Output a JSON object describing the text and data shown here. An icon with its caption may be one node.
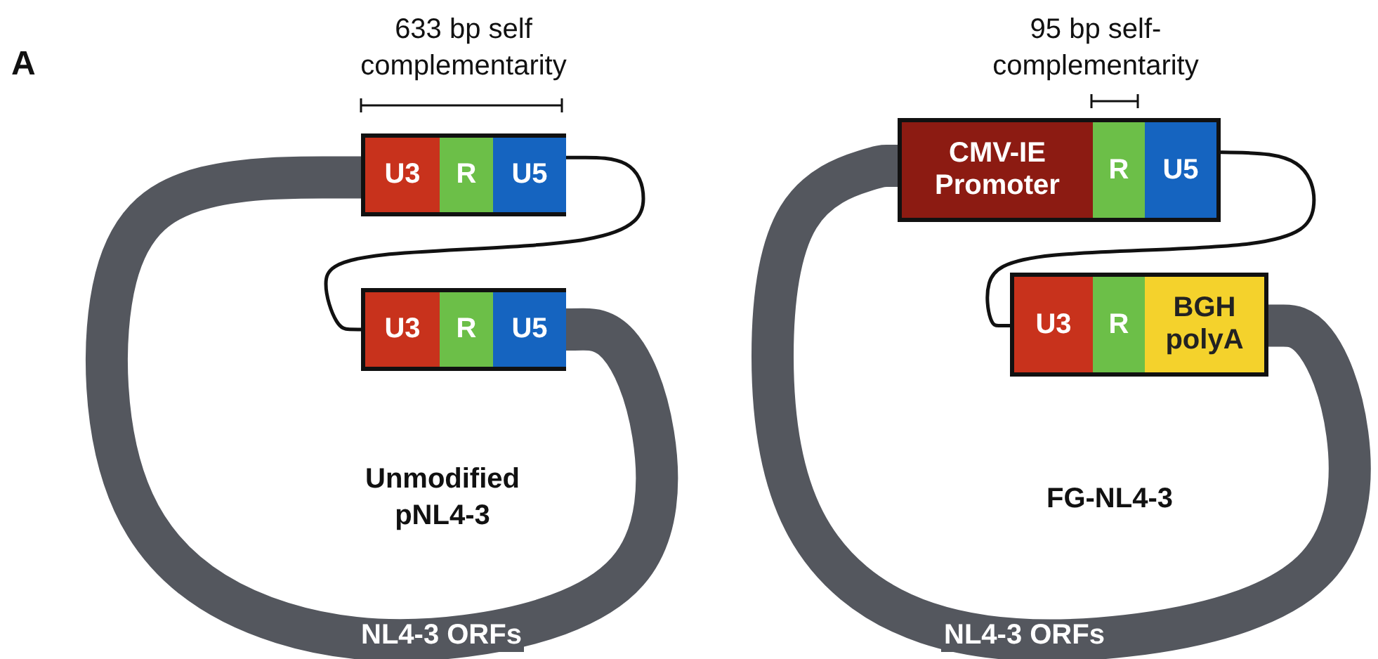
{
  "diagram": {
    "nodes": [
      {
        "text": [],
        "shape": "box"
      },
      {
        "text": [
          "U3"
        ],
        "in": 0
      },
      {
        "text": [
          "R"
        ],
        "in": 0
      },
      {
        "text": [
          "U5"
        ],
        "in": 0
      },
      {
        "text": [],
        "shape": "box"
      },
      {
        "text": [
          "U3"
        ],
        "in": 4
      },
      {
        "text": [
          "R"
        ],
        "in": 4
      },
      {
        "text": [
          "U5"
        ],
        "in": 4
      },
      {
        "text": [],
        "shape": "box"
      },
      {
        "text": [
          "CMV-IE Promoter"
        ],
        "in": 8
      },
      {
        "text": [
          "R"
        ],
        "in": 8
      },
      {
        "text": [
          "U5"
        ],
        "in": 8
      },
      {
        "text": [],
        "shape": "box"
      },
      {
        "text": [
          "U3"
        ],
        "in": 12
      },
      {
        "text": [
          "R"
        ],
        "in": 12
      },
      {
        "text": [
          "BGH polyA"
        ],
        "in": 12
      }
    ],
    "edges": [
      {
        "from": 0,
        "to": 4,
        "arrow": "none"
      },
      {
        "from": 0,
        "to": 4,
        "arrow": "none",
        "label": "NL4-3 ORFs",
        "style": "thick",
        "color": "#54575e"
      },
      {
        "from": 8,
        "to": 12,
        "arrow": "none"
      },
      {
        "from": 8,
        "to": 12,
        "arrow": "none",
        "label": "NL4-3 ORFs",
        "style": "thick",
        "color": "#54575e"
      }
    ],
    "labels": [
      "A",
      "633 bp self complementarity",
      "95 bp self-complementarity",
      "Unmodified pNL4-3",
      "FG-NL4-3"
    ]
  }
}
